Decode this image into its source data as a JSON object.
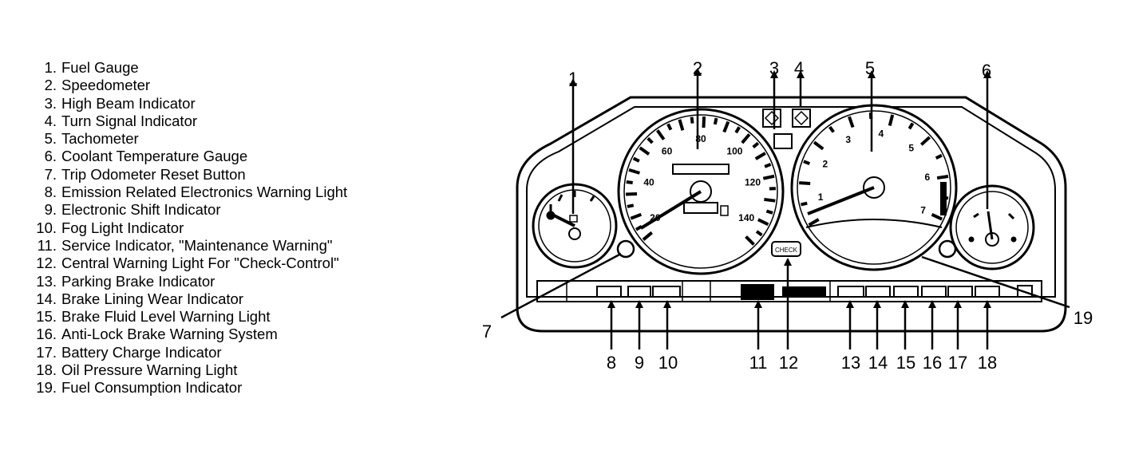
{
  "legend": [
    {
      "num": "1.",
      "label": "Fuel Gauge"
    },
    {
      "num": "2.",
      "label": "Speedometer"
    },
    {
      "num": "3.",
      "label": "High Beam Indicator"
    },
    {
      "num": "4.",
      "label": "Turn Signal Indicator"
    },
    {
      "num": "5.",
      "label": "Tachometer"
    },
    {
      "num": "6.",
      "label": "Coolant Temperature Gauge"
    },
    {
      "num": "7.",
      "label": "Trip Odometer Reset Button"
    },
    {
      "num": "8.",
      "label": "Emission Related Electronics Warning Light"
    },
    {
      "num": "9.",
      "label": "Electronic Shift Indicator"
    },
    {
      "num": "10.",
      "label": "Fog Light Indicator"
    },
    {
      "num": "11.",
      "label": "Service Indicator, \"Maintenance Warning\""
    },
    {
      "num": "12.",
      "label": "Central Warning Light For \"Check-Control\""
    },
    {
      "num": "13.",
      "label": "Parking Brake Indicator"
    },
    {
      "num": "14.",
      "label": "Brake Lining Wear Indicator"
    },
    {
      "num": "15.",
      "label": "Brake Fluid Level Warning Light"
    },
    {
      "num": "16.",
      "label": "Anti-Lock Brake Warning System"
    },
    {
      "num": "17.",
      "label": "Battery Charge Indicator"
    },
    {
      "num": "18.",
      "label": "Oil Pressure Warning Light"
    },
    {
      "num": "19.",
      "label": "Fuel Consumption Indicator"
    }
  ],
  "callouts": {
    "c1": "1",
    "c2": "2",
    "c3": "3",
    "c4": "4",
    "c5": "5",
    "c6": "6",
    "c7": "7",
    "c8": "8",
    "c9": "9",
    "c10": "10",
    "c11": "11",
    "c12": "12",
    "c13": "13",
    "c14": "14",
    "c15": "15",
    "c16": "16",
    "c17": "17",
    "c18": "18",
    "c19": "19"
  },
  "cluster": {
    "speedo_ticks": [
      "20",
      "40",
      "60",
      "80",
      "100",
      "120",
      "140"
    ],
    "tacho_ticks": [
      "1",
      "2",
      "3",
      "4",
      "5",
      "6",
      "7"
    ],
    "check_label": "CHECK"
  }
}
